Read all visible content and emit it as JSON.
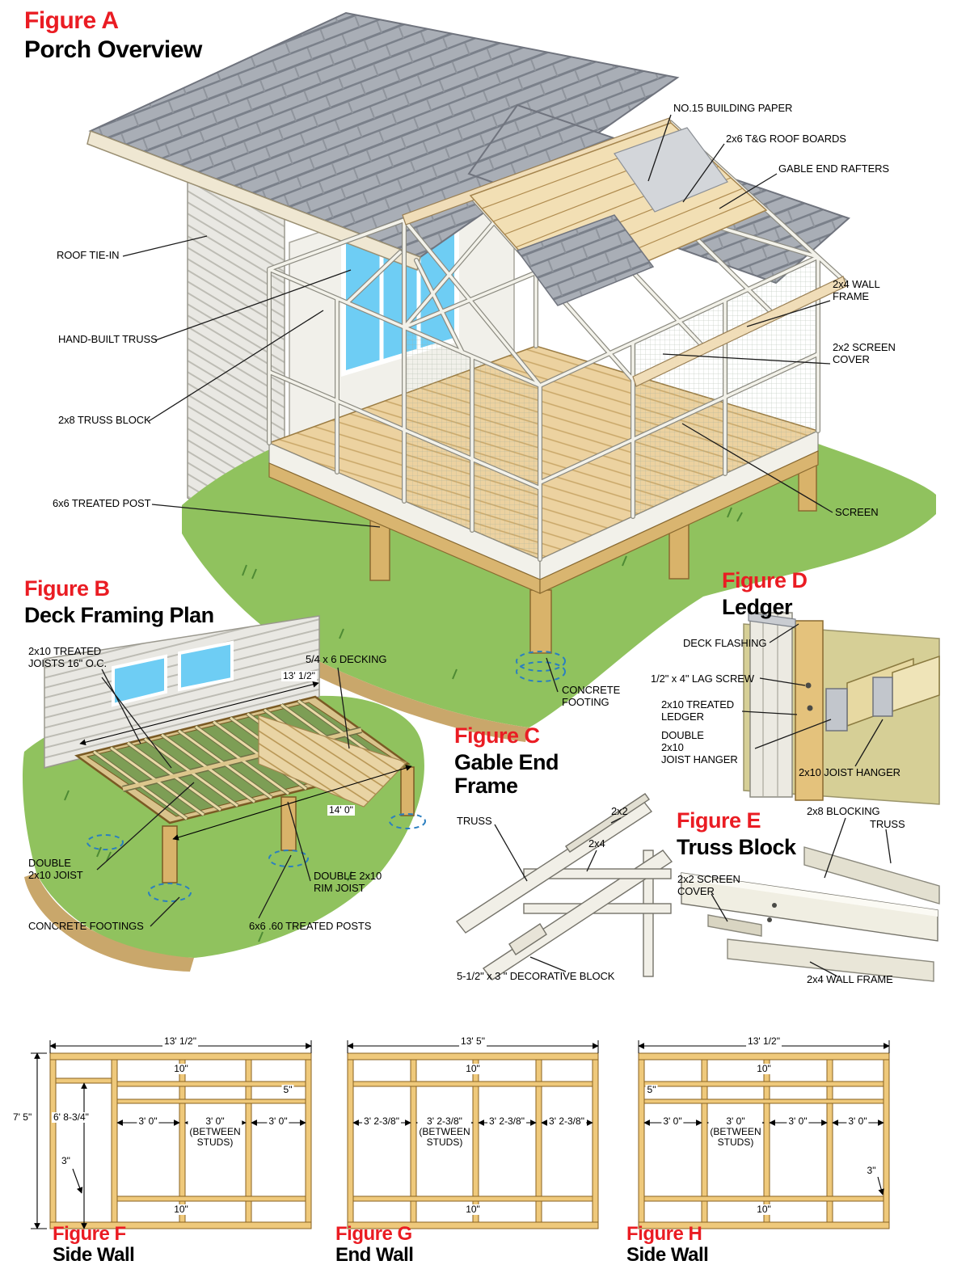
{
  "colors": {
    "accent": "#ea1c23",
    "grass": "#90c25e",
    "lumber_frame": "#efc97b",
    "shingle_gray": "#a9aeb6",
    "window_glass": "#6ecdf4",
    "footing_dash_blue": "#2b7fc0",
    "deck_wood": "#ecd2a0"
  },
  "figure_a": {
    "label": "Figure A",
    "title": "Porch Overview",
    "callouts": {
      "building_paper": "NO.15 BUILDING PAPER",
      "roof_boards": "2x6 T&G ROOF BOARDS",
      "gable_end_rafters": "GABLE END RAFTERS",
      "roof_tie_in": "ROOF TIE-IN",
      "wall_frame": "2x4 WALL\nFRAME",
      "hand_built_truss": "HAND-BUILT TRUSS",
      "screen_cover": "2x2 SCREEN\nCOVER",
      "truss_block": "2x8 TRUSS BLOCK",
      "treated_post": "6x6 TREATED POST",
      "screen": "SCREEN",
      "concrete_footing": "CONCRETE\nFOOTING"
    }
  },
  "figure_b": {
    "label": "Figure B",
    "title": "Deck Framing Plan",
    "callouts": {
      "joists": "2x10 TREATED\nJOISTS 16\" O.C.",
      "decking": "5/4 x 6 DECKING",
      "width": "13' 1/2\"",
      "depth": "14' 0\"",
      "double_joist": "DOUBLE\n2x10 JOIST",
      "rim_joist": "DOUBLE 2x10\nRIM JOIST",
      "footings": "CONCRETE FOOTINGS",
      "posts": "6x6 .60 TREATED POSTS"
    }
  },
  "figure_c": {
    "label": "Figure  C",
    "title": "Gable End\nFrame",
    "callouts": {
      "truss": "TRUSS",
      "two_by_two": "2x2",
      "two_by_four": "2x4",
      "decorative_block": "5-1/2\" x 3 \" DECORATIVE BLOCK"
    }
  },
  "figure_d": {
    "label": "Figure D",
    "title": "Ledger",
    "callouts": {
      "deck_flashing": "DECK FLASHING",
      "lag_screw": "1/2\" x 4\" LAG SCREW",
      "treated_ledger": "2x10 TREATED\nLEDGER",
      "double_joist_hanger": "DOUBLE\n2x10\nJOIST HANGER",
      "joist_hanger": "2x10 JOIST HANGER"
    }
  },
  "figure_e": {
    "label": "Figure E",
    "title": "Truss Block",
    "callouts": {
      "blocking": "2x8 BLOCKING",
      "truss": "TRUSS",
      "screen_cover": "2x2 SCREEN\nCOVER",
      "wall_frame": "2x4 WALL FRAME"
    }
  },
  "figure_f": {
    "label": "Figure F",
    "title": "Side Wall",
    "dims": {
      "width": "13' 1/2\"",
      "top_rail": "10\"",
      "rail_gap": "5\"",
      "height": "7' 5\"",
      "door_height": "6' 8-3/4\"",
      "bay1": "3' 0\"",
      "bay2": "3' 0\"\n(BETWEEN\nSTUDS)",
      "bay3": "3' 0\"",
      "bottom_gap": "3\"",
      "bottom_rail": "10\""
    }
  },
  "figure_g": {
    "label": "Figure G",
    "title": "End Wall",
    "dims": {
      "width": "13' 5\"",
      "top_rail": "10\"",
      "bay1": "3' 2-3/8\"",
      "bay2": "3' 2-3/8\"\n(BETWEEN\nSTUDS)",
      "bay3": "3' 2-3/8\"",
      "bay4": "3' 2-3/8\"",
      "bottom_rail": "10\""
    }
  },
  "figure_h": {
    "label": "Figure H",
    "title": "Side Wall",
    "dims": {
      "width": "13' 1/2\"",
      "top_rail": "10\"",
      "rail_gap": "5\"",
      "bay1": "3' 0\"",
      "bay2": "3' 0\"\n(BETWEEN\nSTUDS)",
      "bay3": "3' 0\"",
      "bay4": "3' 0\"",
      "bottom_gap": "3\"",
      "bottom_rail": "10\""
    }
  }
}
